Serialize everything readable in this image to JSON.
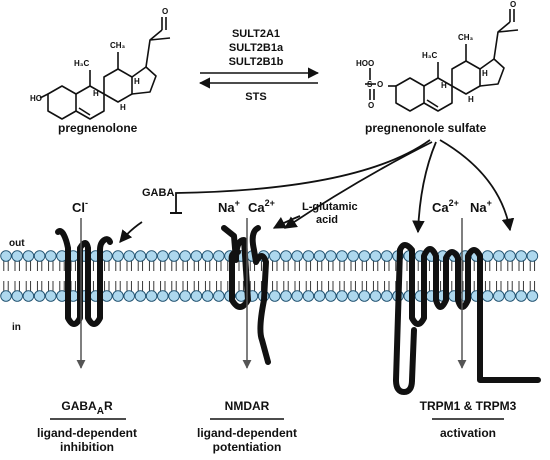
{
  "reaction": {
    "substrate": "pregnenolone",
    "product": "pregnenonole sulfate",
    "forward_enzymes": [
      "SULT2A1",
      "SULT2B1a",
      "SULT2B1b"
    ],
    "reverse_enzyme": "STS"
  },
  "molecule_atoms": {
    "o": "O",
    "ho": "HO",
    "h3c": "H₃C",
    "ch3": "CH₃",
    "h": "H",
    "s": "S",
    "ho_s": "HO"
  },
  "membrane": {
    "out_label": "out",
    "in_label": "in",
    "head_color": "#aed8ee"
  },
  "channels": [
    {
      "ions": [
        "Cl",
        "-"
      ],
      "ligand": "GABA",
      "name_parts": [
        "GABA",
        "A",
        "R"
      ],
      "effect_line1": "ligand-dependent",
      "effect_line2": "inhibition"
    },
    {
      "ions": [
        "Na",
        "+",
        "Ca",
        "2+"
      ],
      "ligand_line1": "L-glutamic",
      "ligand_line2": "acid",
      "name": "NMDAR",
      "effect_line1": "ligand-dependent",
      "effect_line2": "potentiation"
    },
    {
      "ions": [
        "Ca",
        "2+",
        "Na",
        "+"
      ],
      "name": "TRPM1 & TRPM3",
      "effect": "activation"
    }
  ]
}
